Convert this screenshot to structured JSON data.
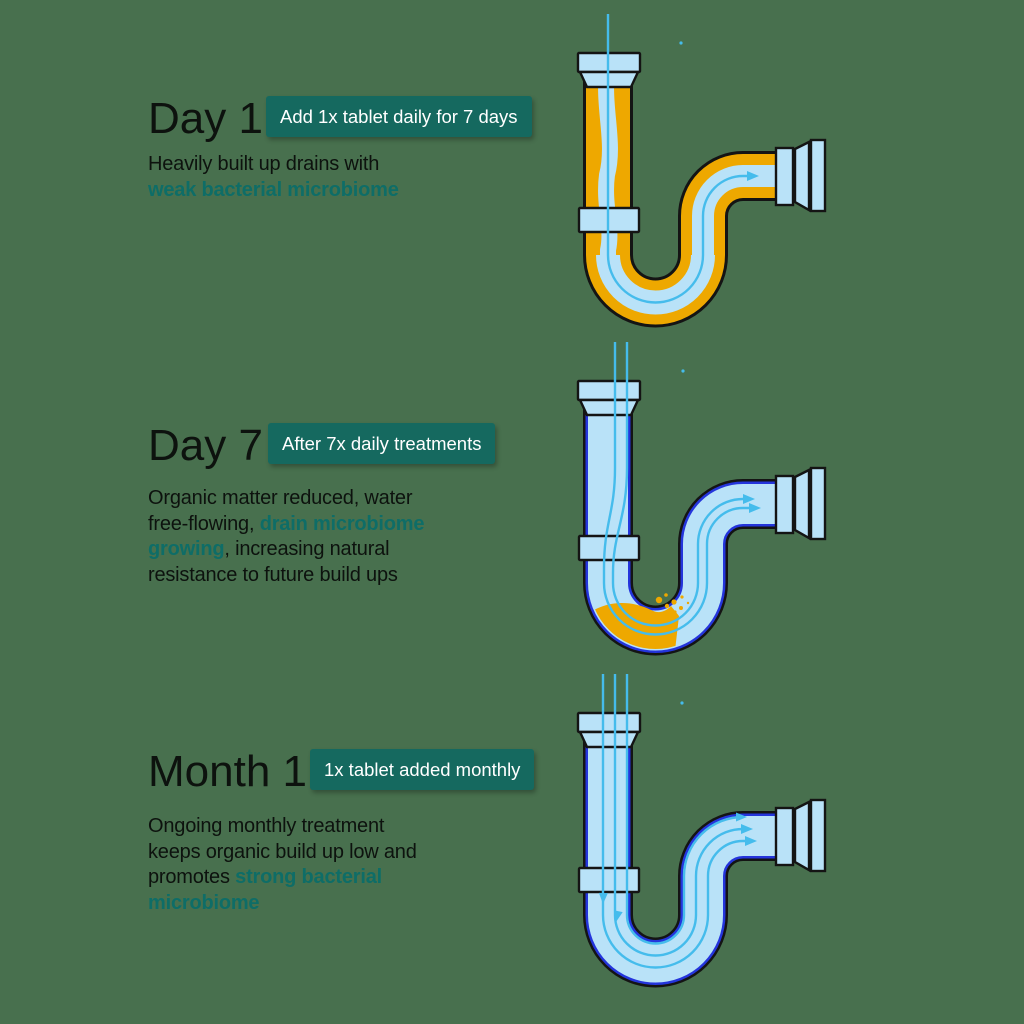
{
  "colors": {
    "background": "#48704E",
    "badge_teal": "#15695F",
    "highlight_teal": "#0E6D67",
    "text_dark": "#0D120E",
    "pipe_fill": "#B9E2F8",
    "ink": "#141414",
    "outline_blue": "#2435DC",
    "buildup_yellow": "#EEA800",
    "flow_cyan": "#45BCEC",
    "badge_text": "#FFFFFF"
  },
  "sections": [
    {
      "heading": "Day 1",
      "badge": "Add 1x tablet daily for 7 days",
      "description_lines": [
        [
          {
            "text": "Heavily built up drains with",
            "style": "dark"
          }
        ],
        [
          {
            "text": "weak bacterial microbiome",
            "style": "teal"
          }
        ]
      ],
      "pipe": {
        "name": "p-trap-heavy-buildup",
        "buildup": "heavy",
        "inlet_streams": 1,
        "flow_arrows": 1
      }
    },
    {
      "heading": "Day 7",
      "badge": "After 7x daily treatments",
      "description_lines": [
        [
          {
            "text": "Organic matter reduced, water",
            "style": "dark"
          }
        ],
        [
          {
            "text": "free-flowing, ",
            "style": "dark"
          },
          {
            "text": "drain microbiome",
            "style": "teal"
          }
        ],
        [
          {
            "text": "growing",
            "style": "teal"
          },
          {
            "text": ", increasing natural",
            "style": "dark"
          }
        ],
        [
          {
            "text": "resistance to future build ups",
            "style": "dark"
          }
        ]
      ],
      "pipe": {
        "name": "p-trap-clearing",
        "buildup": "residual-sediment",
        "inlet_streams": 2,
        "flow_arrows": 2
      }
    },
    {
      "heading": "Month 1",
      "badge": "1x tablet added monthly",
      "description_lines": [
        [
          {
            "text": "Ongoing monthly treatment",
            "style": "dark"
          }
        ],
        [
          {
            "text": "keeps organic build up low and",
            "style": "dark"
          }
        ],
        [
          {
            "text": "promotes ",
            "style": "dark"
          },
          {
            "text": "strong bacterial",
            "style": "teal"
          }
        ],
        [
          {
            "text": "microbiome",
            "style": "teal"
          }
        ]
      ],
      "pipe": {
        "name": "p-trap-clean",
        "buildup": "none",
        "inlet_streams": 3,
        "flow_arrows": 3
      }
    }
  ]
}
